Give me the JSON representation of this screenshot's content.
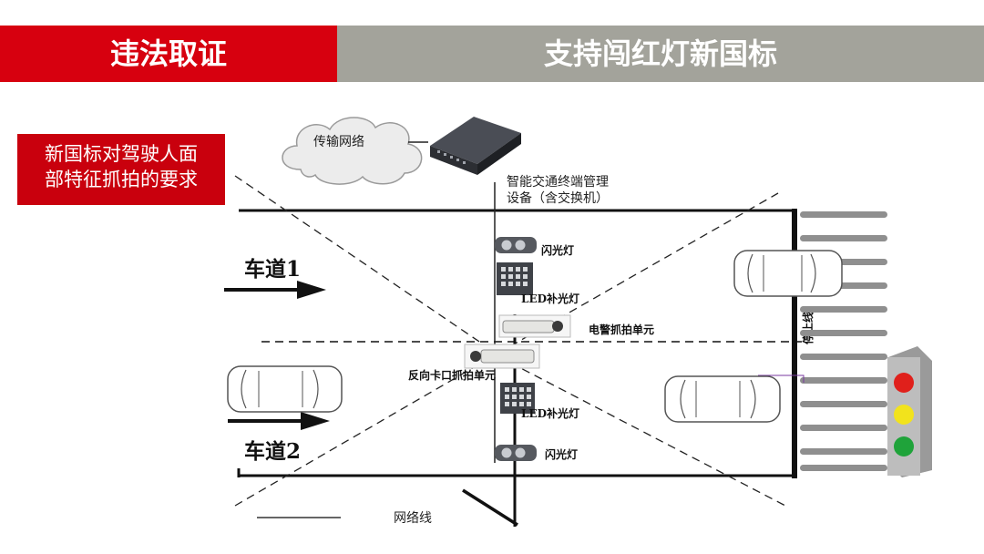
{
  "header": {
    "left_title": "违法取证",
    "right_title": "支持闯红灯新国标"
  },
  "requirement_box": {
    "line1": "新国标对驾驶人面",
    "line2": "部特征抓拍的要求"
  },
  "diagram": {
    "cloud_label": "传输网络",
    "terminal_label_line1": "智能交通终端管理",
    "terminal_label_line2": "设备（含交换机）",
    "lane1_label": "车道1",
    "lane2_label": "车道2",
    "flash_top_label": "闪光灯",
    "led_top_label": "LED补光灯",
    "camera_electronic_police_label": "电警抓拍单元",
    "camera_reverse_label": "反向卡口抓拍单元",
    "led_bottom_label": "LED补光灯",
    "flash_bottom_label": "闪光灯",
    "stop_line_label": "停止线",
    "legend_label": "网络线",
    "traffic_light_colors": [
      "#e0201b",
      "#f2e31c",
      "#1fa33a"
    ]
  }
}
